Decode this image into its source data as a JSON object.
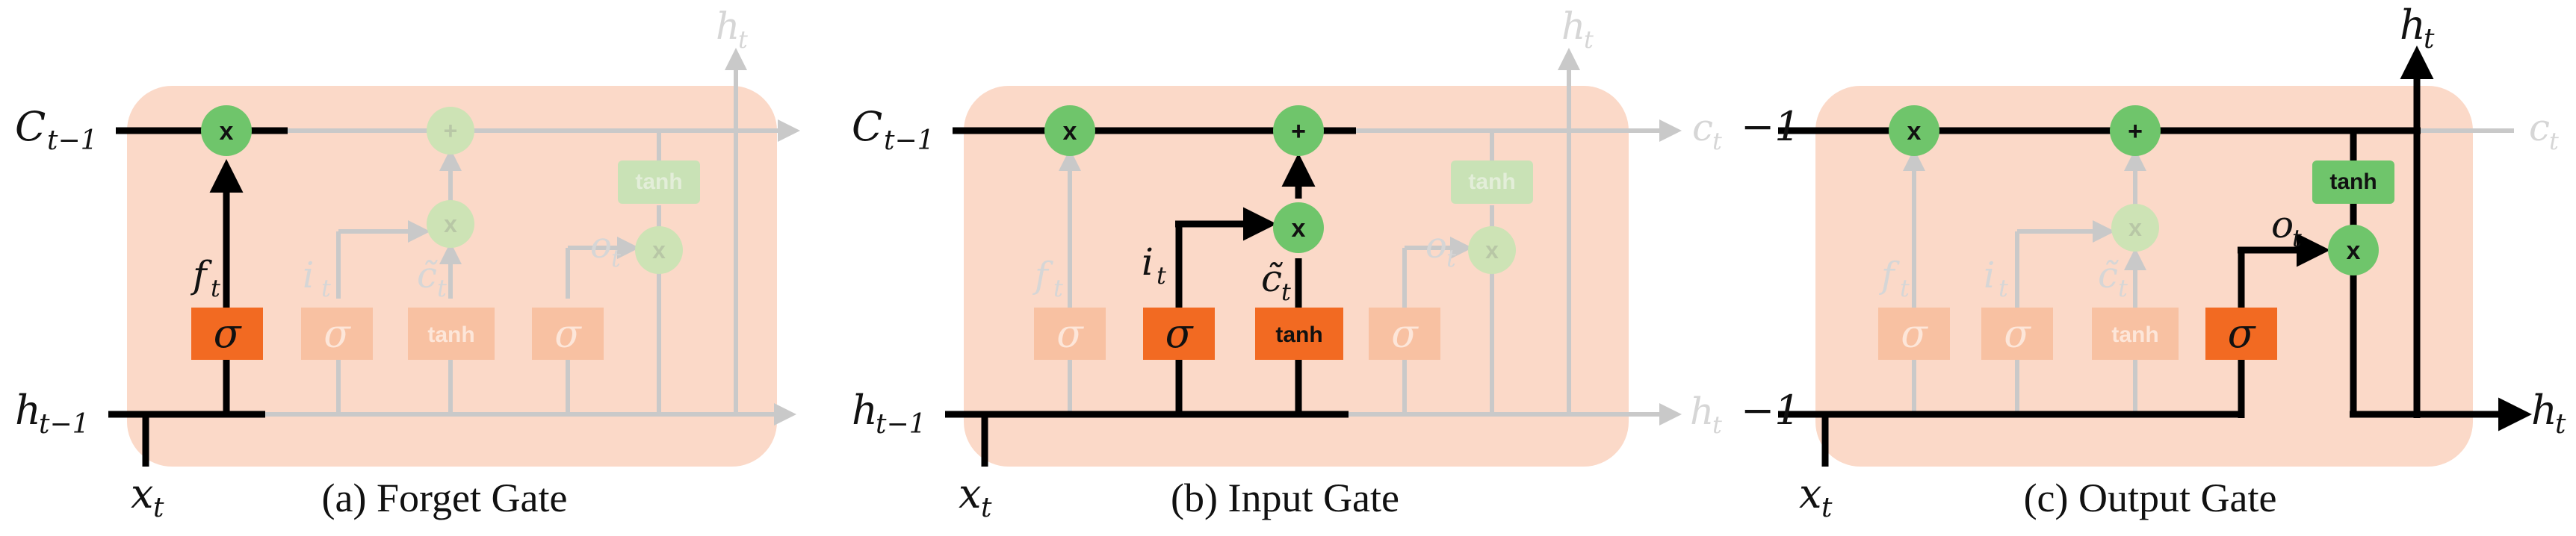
{
  "colors": {
    "cell_bg": "#fbd9c8",
    "gate_active": "#f26a22",
    "gate_faded": "#f8c1a2",
    "op_active": "#6fc56b",
    "op_faded": "#cde3b5",
    "tanh_box_active": "#6fc56b",
    "tanh_box_faded": "#c9e2b6",
    "line_active": "#000000",
    "line_faded": "#c9c9c9"
  },
  "icons": [
    "multiply-node",
    "add-node",
    "sigmoid-gate",
    "tanh-gate",
    "arrow"
  ],
  "ops": {
    "multiply": "x",
    "add": "+"
  },
  "gates": {
    "sigmoid": "σ",
    "tanh": "tanh"
  },
  "panels": [
    {
      "caption": "(a) Forget Gate",
      "labels": {
        "c_prev": "C",
        "c_prev_sub": "t−1",
        "h_prev": "h",
        "h_prev_sub": "t−1",
        "x": "x",
        "x_sub": "t",
        "f": "f",
        "f_sub": "t",
        "i": "i",
        "i_sub": "t",
        "c_tilde": "c̃",
        "c_tilde_sub": "t",
        "o": "o",
        "o_sub": "t",
        "h_out": "h",
        "h_out_sub": "t"
      }
    },
    {
      "caption": "(b) Input Gate",
      "labels": {
        "c_prev": "C",
        "c_prev_sub": "t−1",
        "h_prev": "h",
        "h_prev_sub": "t−1",
        "x": "x",
        "x_sub": "t",
        "f": "f",
        "f_sub": "t",
        "i": "i",
        "i_sub": "t",
        "c_tilde": "c̃",
        "c_tilde_sub": "t",
        "o": "o",
        "o_sub": "t",
        "h_top": "h",
        "h_top_sub": "t",
        "c_out": "c",
        "c_out_sub": "t",
        "h_out": "h",
        "h_out_sub": "t"
      }
    },
    {
      "caption": "(c) Output Gate",
      "labels": {
        "c_prev": "−1",
        "h_prev": "−1",
        "x": "x",
        "x_sub": "t",
        "f": "f",
        "f_sub": "t",
        "i": "i",
        "i_sub": "t",
        "c_tilde": "c̃",
        "c_tilde_sub": "t",
        "o": "o",
        "o_sub": "t",
        "h_top": "h",
        "h_top_sub": "t",
        "c_out": "c",
        "c_out_sub": "t",
        "h_out": "h",
        "h_out_sub": "t"
      }
    }
  ]
}
